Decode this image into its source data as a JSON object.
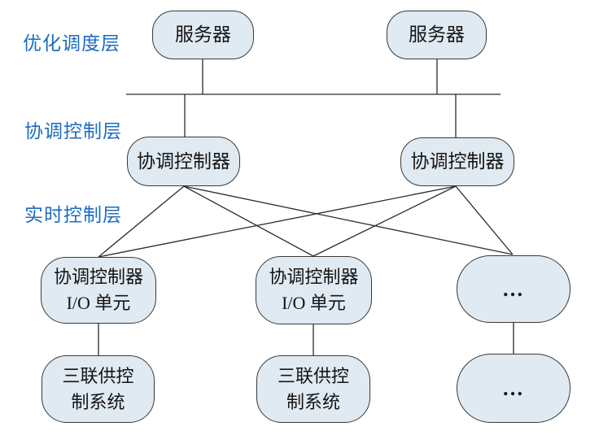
{
  "layers": {
    "optimization": "优化调度层",
    "coordination": "协调控制层",
    "realtime": "实时控制层"
  },
  "nodes": {
    "server1": "服务器",
    "server2": "服务器",
    "coordinator1": "协调控制器",
    "coordinator2": "协调控制器",
    "io1": [
      "协调控制器",
      "I/O 单元"
    ],
    "io2": [
      "协调控制器",
      "I/O 单元"
    ],
    "ellipsis_io": "…",
    "trigen1": [
      "三联供控",
      "制系统"
    ],
    "trigen2": [
      "三联供控",
      "制系统"
    ],
    "ellipsis_trigen": "…"
  },
  "colors": {
    "node_fill": "#e0eaf2",
    "node_border": "#3a3a3a",
    "line_color": "#2b2b2b",
    "label_blue": "#1c6cbe",
    "node_text": "#141414"
  }
}
